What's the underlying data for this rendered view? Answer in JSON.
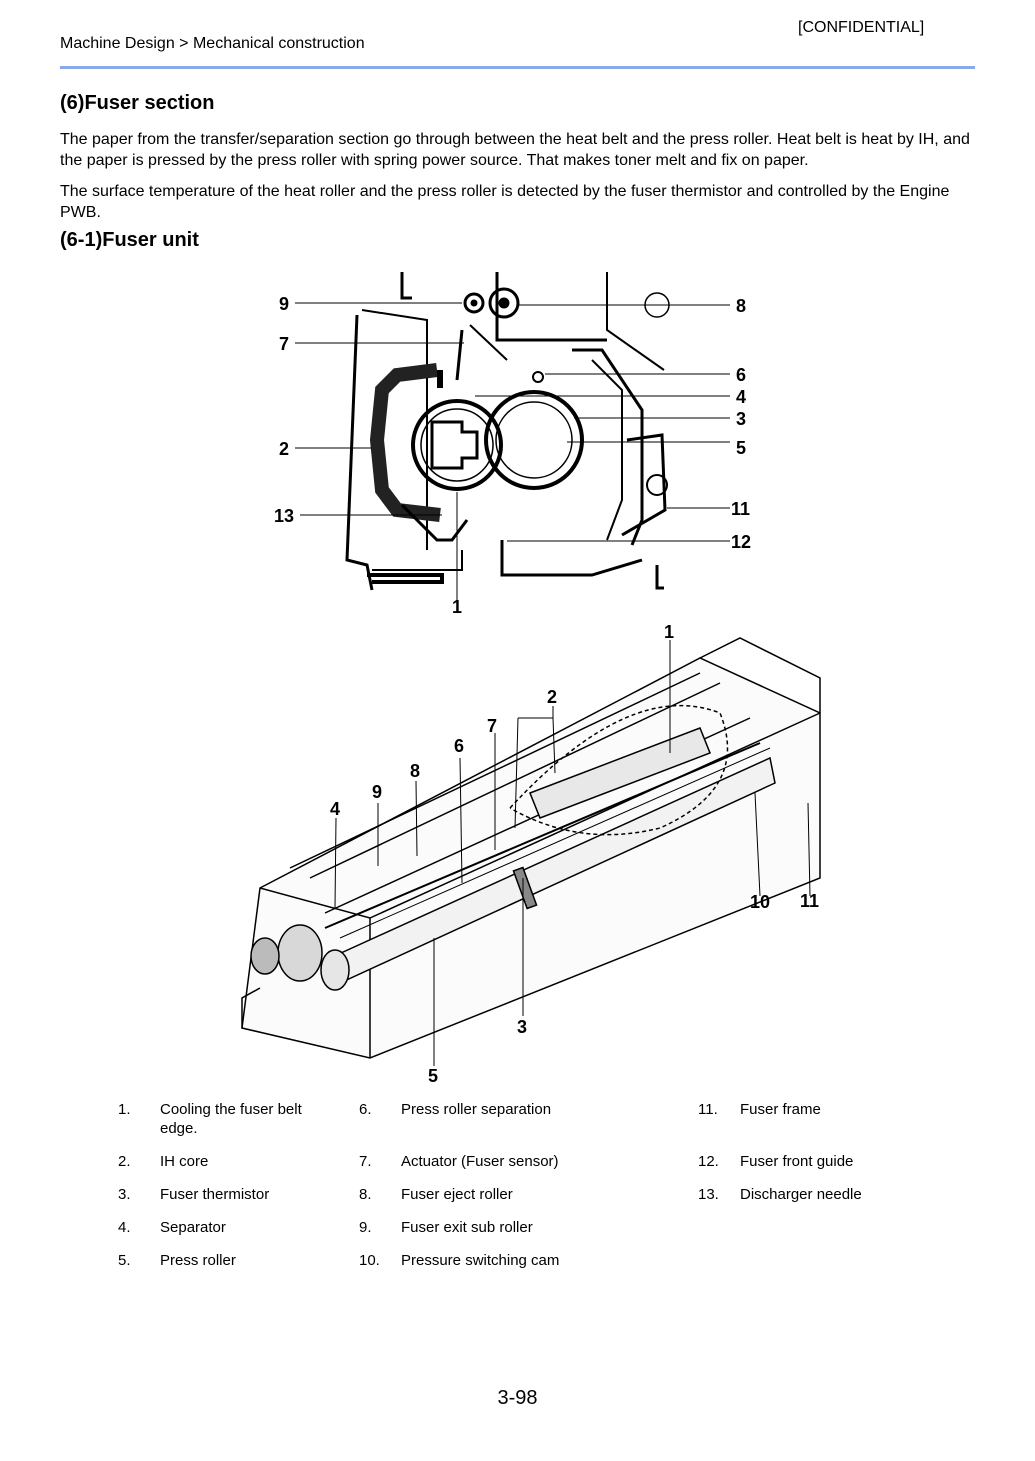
{
  "header": {
    "confidential": "[CONFIDENTIAL]",
    "breadcrumb": "Machine Design > Mechanical construction"
  },
  "section_title": "(6)Fuser section",
  "paragraphs": [
    "The paper from the transfer/separation section go through between the heat belt and the press roller. Heat belt is heat by IH, and the paper is pressed by the press roller with spring power source. That makes toner melt and fix on paper.",
    "The surface temperature of the heat roller and the press roller is detected by the fuser thermistor and controlled by the Engine PWB."
  ],
  "subsection_title": "(6-1)Fuser unit",
  "diagram1_callouts": [
    "9",
    "7",
    "2",
    "13",
    "1",
    "8",
    "6",
    "4",
    "3",
    "5",
    "11",
    "12"
  ],
  "diagram2_callouts": [
    "1",
    "2",
    "7",
    "6",
    "8",
    "9",
    "4",
    "10",
    "11",
    "3",
    "5"
  ],
  "legend": [
    {
      "num": "1.",
      "label": "Cooling the fuser belt edge."
    },
    {
      "num": "2.",
      "label": "IH core"
    },
    {
      "num": "3.",
      "label": "Fuser thermistor"
    },
    {
      "num": "4.",
      "label": "Separator"
    },
    {
      "num": "5.",
      "label": "Press roller"
    },
    {
      "num": "6.",
      "label": "Press roller separation"
    },
    {
      "num": "7.",
      "label": "Actuator (Fuser sensor)"
    },
    {
      "num": "8.",
      "label": "Fuser eject roller"
    },
    {
      "num": "9.",
      "label": "Fuser exit sub roller"
    },
    {
      "num": "10.",
      "label": "Pressure switching cam"
    },
    {
      "num": "11.",
      "label": "Fuser frame"
    },
    {
      "num": "12.",
      "label": "Fuser front guide"
    },
    {
      "num": "13.",
      "label": "Discharger needle"
    }
  ],
  "page_number": "3-98"
}
